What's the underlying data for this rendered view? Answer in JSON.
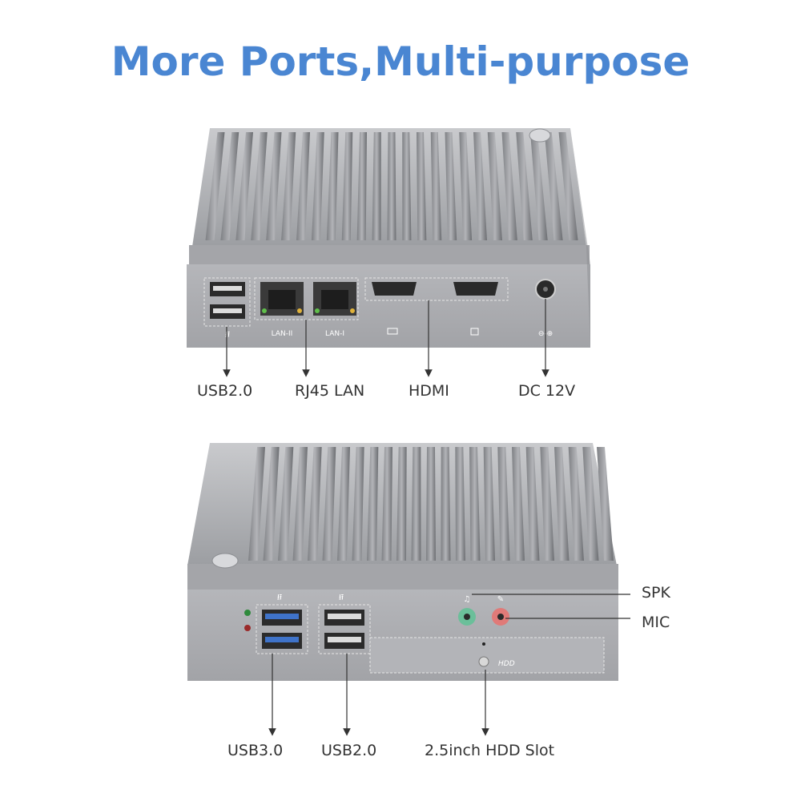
{
  "title": "More Ports,Multi-purpose",
  "colors": {
    "title": "#4a86d2",
    "label": "#333333",
    "case_light": "#b8b9bd",
    "case_dark": "#6f7175",
    "fin": "#8e9094",
    "panel": "#a9aaae"
  },
  "top_device": {
    "port_marks": {
      "lan_ii": "LAN-II",
      "lan_i": "LAN-I"
    },
    "labels": {
      "usb": "USB2.0",
      "lan": "RJ45 LAN",
      "hdmi": "HDMI",
      "dc": "DC 12V"
    }
  },
  "bottom_device": {
    "port_marks": {
      "hdd": "HDD"
    },
    "labels": {
      "spk": "SPK",
      "mic": "MIC",
      "usb3": "USB3.0",
      "usb2": "USB2.0",
      "hdd_slot": "2.5inch HDD Slot"
    }
  }
}
